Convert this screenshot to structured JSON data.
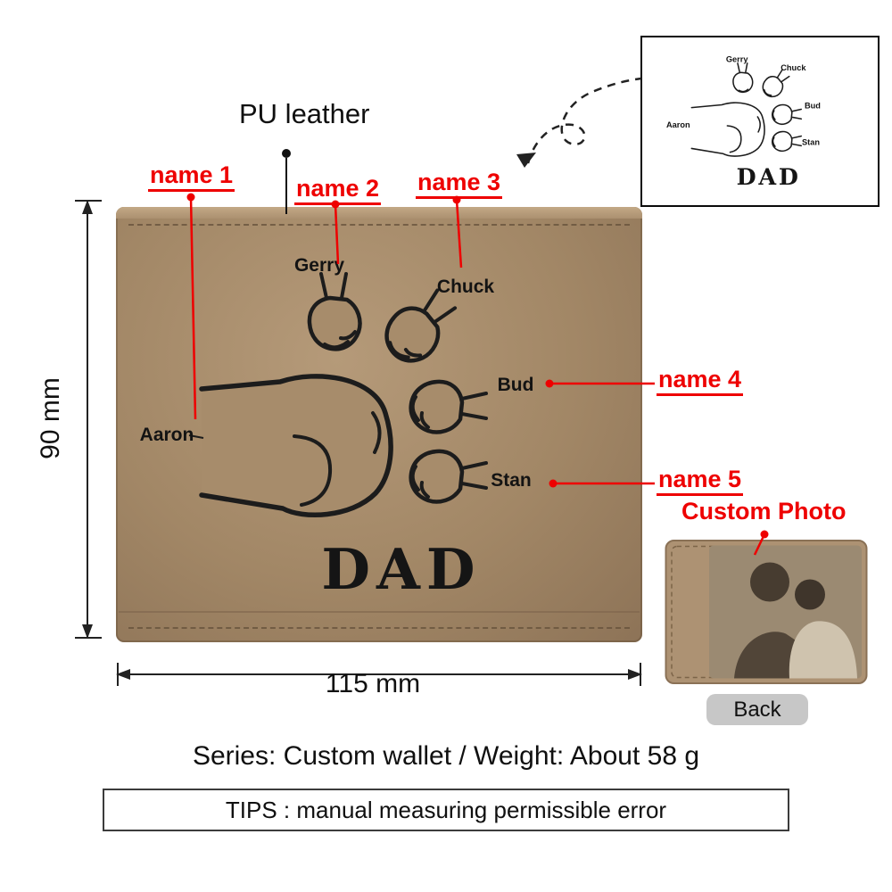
{
  "page": {
    "material_label": "PU leather",
    "series_weight_text": "Series: Custom wallet  /  Weight: About 58 g",
    "tips_text": "TIPS : manual measuring permissible error"
  },
  "dimensions": {
    "height": "90 mm",
    "width": "115 mm"
  },
  "callouts": {
    "name1": "name 1",
    "name2": "name 2",
    "name3": "name 3",
    "name4": "name 4",
    "name5": "name 5",
    "custom_photo": "Custom Photo",
    "back": "Back"
  },
  "engraving": {
    "names": {
      "left": "Aaron",
      "top_left": "Gerry",
      "top_right": "Chuck",
      "right_upper": "Bud",
      "right_lower": "Stan"
    },
    "dad": "DAD"
  },
  "colors": {
    "leather": "#a68b6a",
    "accent_red": "#ee0000",
    "engraving_ink": "#1c1c1c"
  }
}
